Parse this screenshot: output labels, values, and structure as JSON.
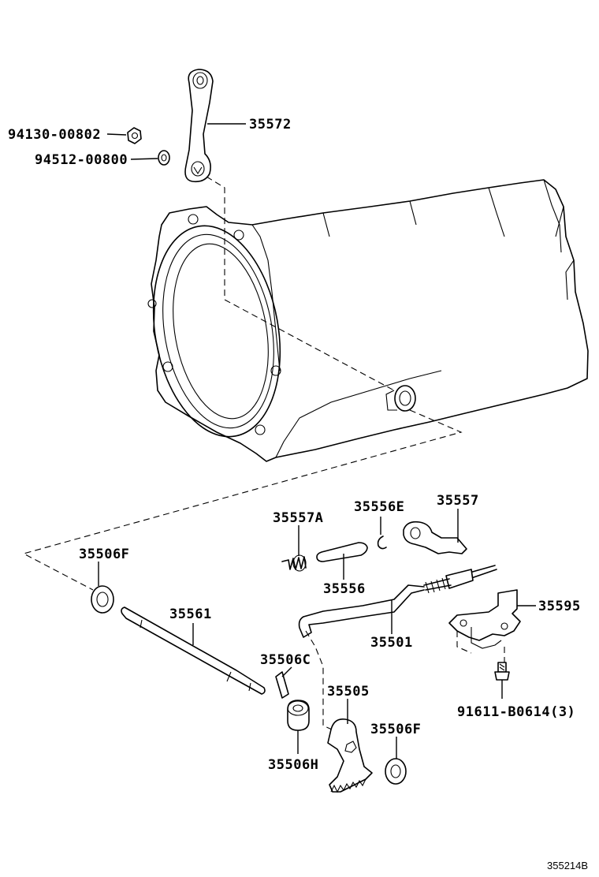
{
  "diagram_code": "355214B",
  "parts": {
    "p94130_00802": "94130-00802",
    "p94512_00800": "94512-00800",
    "p35572": "35572",
    "p35557A": "35557A",
    "p35556E": "35556E",
    "p35557": "35557",
    "p35506F_top": "35506F",
    "p35556": "35556",
    "p35595": "35595",
    "p35561": "35561",
    "p35501": "35501",
    "p35506C": "35506C",
    "p35505": "35505",
    "p35506F_bottom": "35506F",
    "p91611_B0614": "91611-B0614(3)",
    "p35506H": "35506H"
  }
}
